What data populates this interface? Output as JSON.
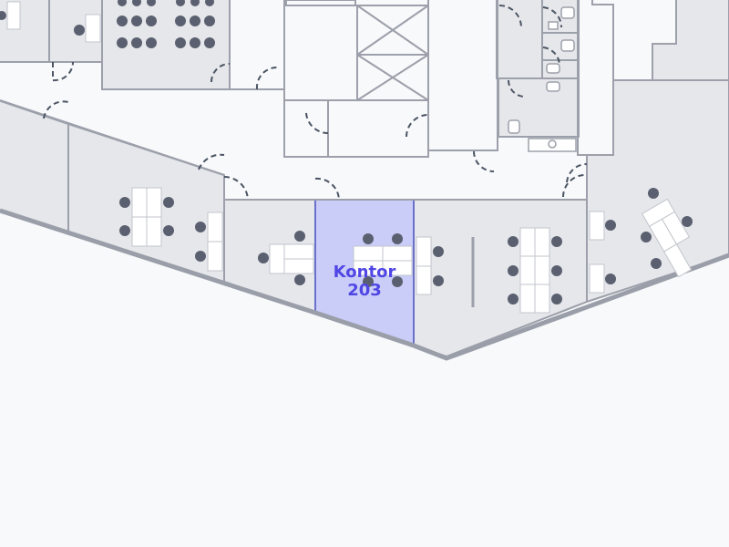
{
  "map": {
    "type": "indoor-floor-plan",
    "highlighted_room": {
      "label_line1": "Kontor",
      "label_line2": "203",
      "fill": "#c9cdf7",
      "stroke": "#6b70c9",
      "label_color": "#4f46e5"
    },
    "colors": {
      "background": "#f8f9fb",
      "room_fill": "#e6e7eb",
      "wall": "#9ca0aa",
      "outer_wall": "#9a9ea8",
      "door": "#4b5563",
      "chair": "#5b6070",
      "desk": "#ffffff"
    }
  }
}
